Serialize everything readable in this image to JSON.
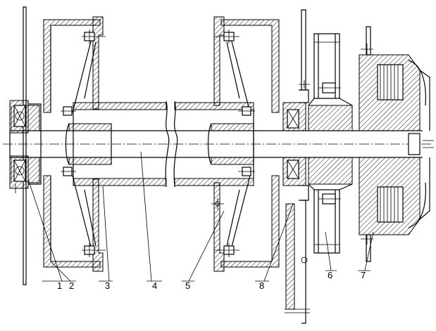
{
  "labels": [
    {
      "id": "part-1",
      "text": "1"
    },
    {
      "id": "part-2",
      "text": "2"
    },
    {
      "id": "part-3",
      "text": "3"
    },
    {
      "id": "part-4",
      "text": "4"
    },
    {
      "id": "part-5",
      "text": "5"
    },
    {
      "id": "part-6",
      "text": "6"
    },
    {
      "id": "part-7",
      "text": "7"
    },
    {
      "id": "part-8",
      "text": "8"
    }
  ]
}
